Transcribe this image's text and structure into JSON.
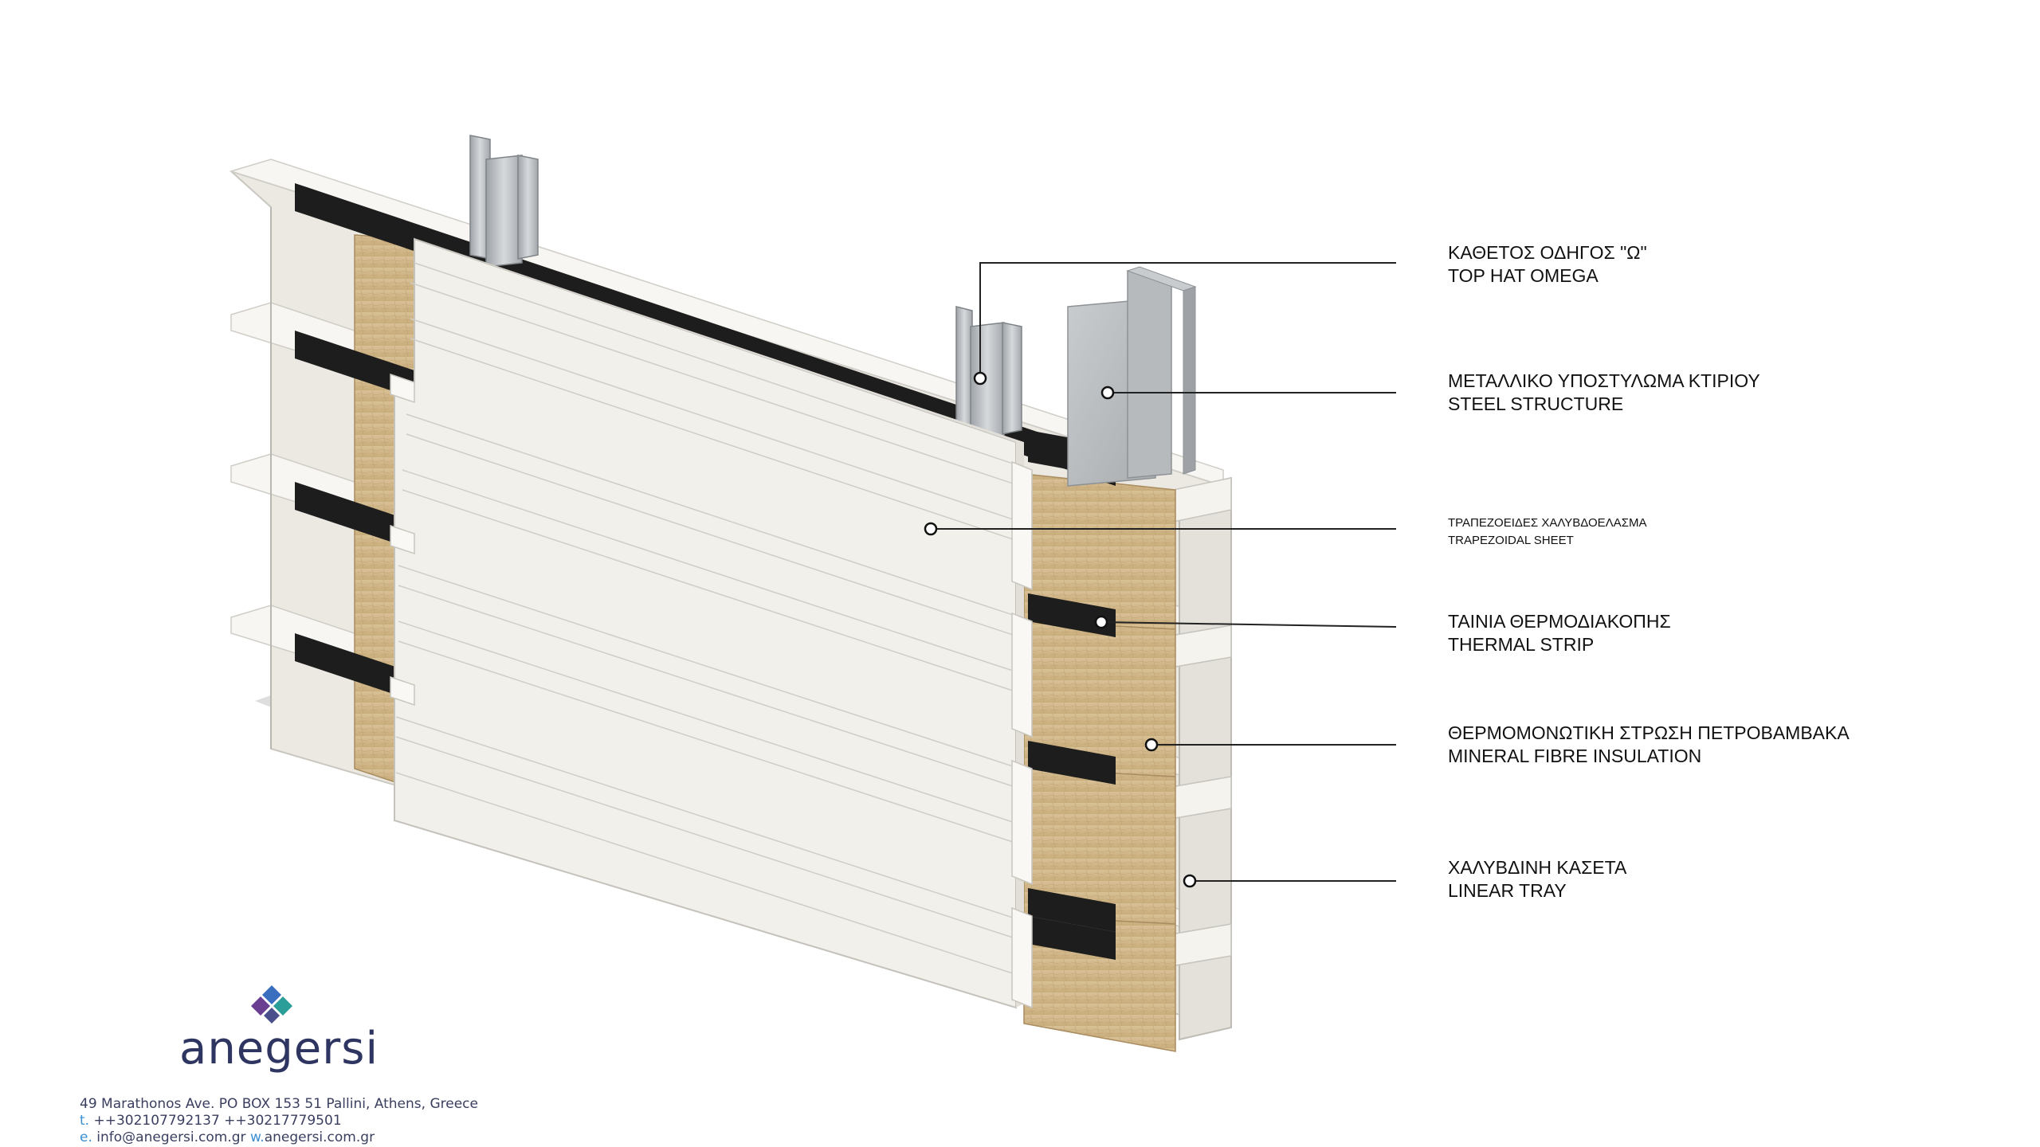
{
  "callouts": [
    {
      "greek": "ΚΑΘΕΤΟΣ  ΟΔΗΓΟΣ \"Ω\"",
      "english": "TOP HAT OMEGA"
    },
    {
      "greek": "ΜΕΤΑΛΛΙΚΟ ΥΠΟΣΤΥΛΩΜΑ ΚΤΙΡΙΟΥ",
      "english": "STEEL STRUCTURE"
    },
    {
      "greek": "ΤΡΑΠΕΖΟΕΙΔΕΣ ΧΑΛΥΒΔΟΕΛΑΣΜΑ",
      "english": "TRAPEZOIDAL SHEET"
    },
    {
      "greek": "ΤΑΙΝΙΑ ΘΕΡΜΟΔΙΑΚΟΠΗΣ",
      "english": "THERMAL STRIP"
    },
    {
      "greek": "ΘΕΡΜΟΜΟΝΩΤΙΚΗ ΣΤΡΩΣΗ ΠΕΤΡΟΒΑΜΒΑΚΑ",
      "english": "MINERAL FIBRE INSULATION"
    },
    {
      "greek": "ΧΑΛΥΒΔΙΝΗ ΚΑΣΕΤΑ",
      "english": "LINEAR TRAY"
    }
  ],
  "brand": {
    "name": "anegersi",
    "address": "49 Marathonos Ave. PO BOX 153 51 Pallini, Athens, Greece",
    "phone_prefix": "t.",
    "phones": "++302107792137 ++30217779501",
    "email_prefix": "e.",
    "email": "info@anegersi.com.gr",
    "web_prefix": "w.",
    "website": "anegersi.com.gr"
  },
  "colors": {
    "panel": "#f1efe8",
    "insulation": "#d4b98c",
    "thermal_strip": "#1c1c1c",
    "steel": "#b9bdc1",
    "leader_line": "#222222",
    "brand_text": "#2f3561",
    "brand_accent": "#3a8fd2",
    "logo_purple": "#6a3e91",
    "logo_teal": "#2c9e9a",
    "logo_blue": "#3a6fc0"
  }
}
